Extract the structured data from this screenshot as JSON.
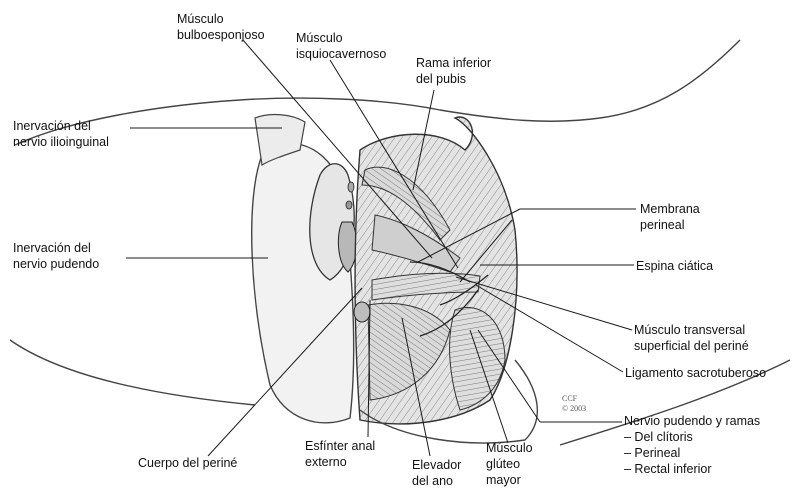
{
  "labels": {
    "bulboesponjoso": [
      "Músculo",
      "bulboesponjoso"
    ],
    "isquiocavernoso": [
      "Músculo",
      "isquiocavernoso"
    ],
    "rama_pubis": [
      "Rama inferior",
      "del pubis"
    ],
    "ilioinguinal": [
      "Inervación del",
      "nervio ilioinguinal"
    ],
    "membrana": [
      "Membrana",
      "perineal"
    ],
    "pudendo_inerv": [
      "Inervación del",
      "nervio pudendo"
    ],
    "espina": [
      "Espina ciática"
    ],
    "transversal": [
      "Músculo transversal",
      "superficial del periné"
    ],
    "sacrotuberoso": [
      "Ligamento sacrotuberoso"
    ],
    "nervio_pudendo": [
      "Nervio pudendo y ramas",
      "– Del clítoris",
      "– Perineal",
      "– Rectal inferior"
    ],
    "cuerpo": [
      "Cuerpo del periné"
    ],
    "esfinter": [
      "Esfínter anal",
      "externo"
    ],
    "elevador": [
      "Elevador",
      "del ano"
    ],
    "gluteo": [
      "Músculo",
      "glúteo",
      "mayor"
    ]
  },
  "credit": [
    "CCF",
    "© 2003"
  ]
}
